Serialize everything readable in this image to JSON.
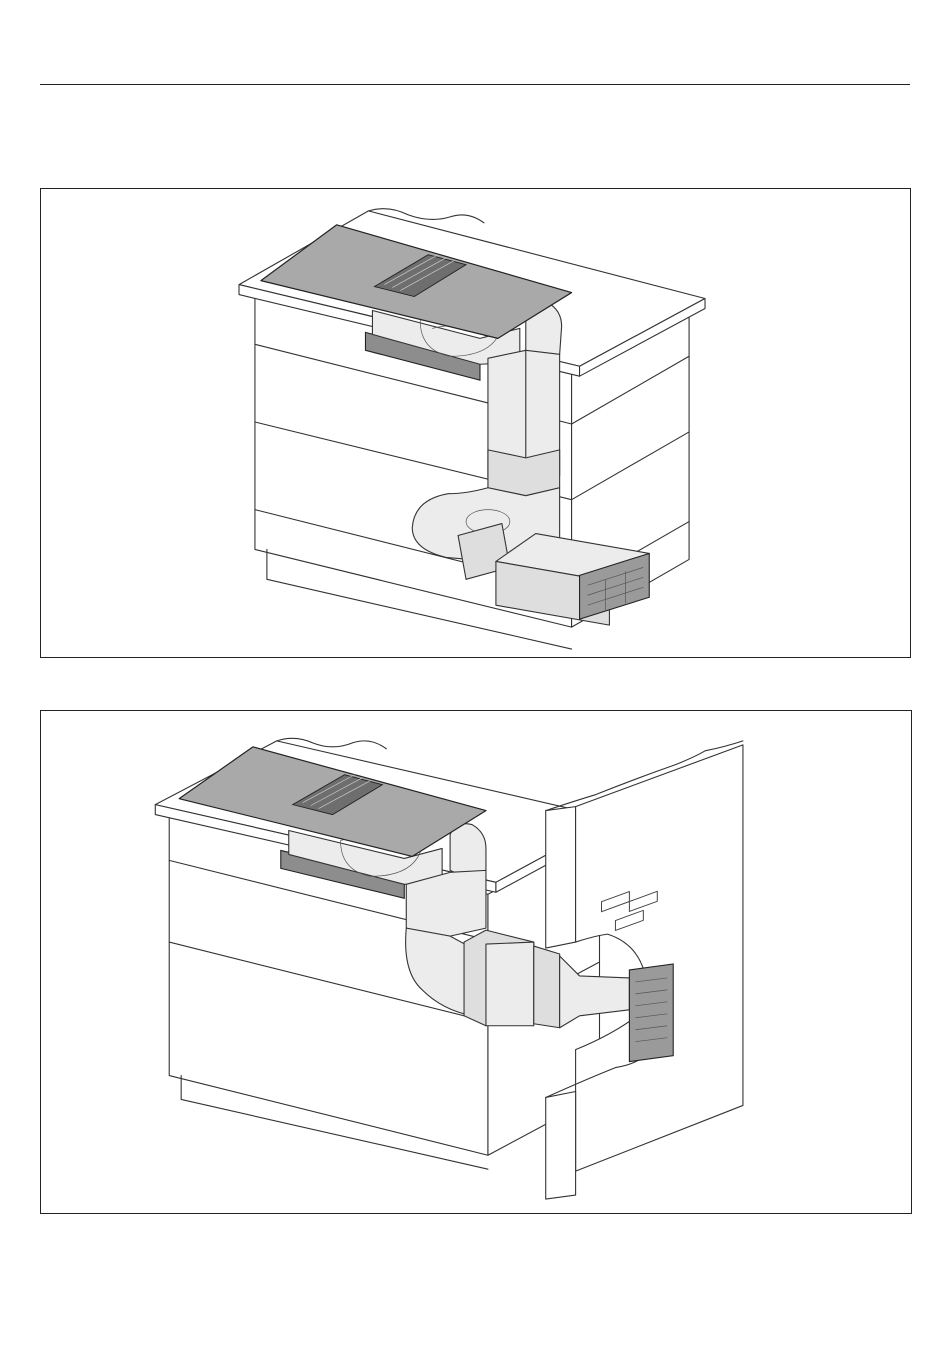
{
  "figures": [
    {
      "id": "figure-1",
      "icon": "island-cabinet-downdraft-hob-plinth-extraction",
      "ink": "#333333",
      "duct_fill": "#ececec",
      "hob_fill": "#a9a9a9"
    },
    {
      "id": "figure-2",
      "icon": "island-cabinet-downdraft-hob-wall-extraction",
      "ink": "#333333",
      "duct_fill": "#ececec",
      "hob_fill": "#a9a9a9"
    }
  ]
}
